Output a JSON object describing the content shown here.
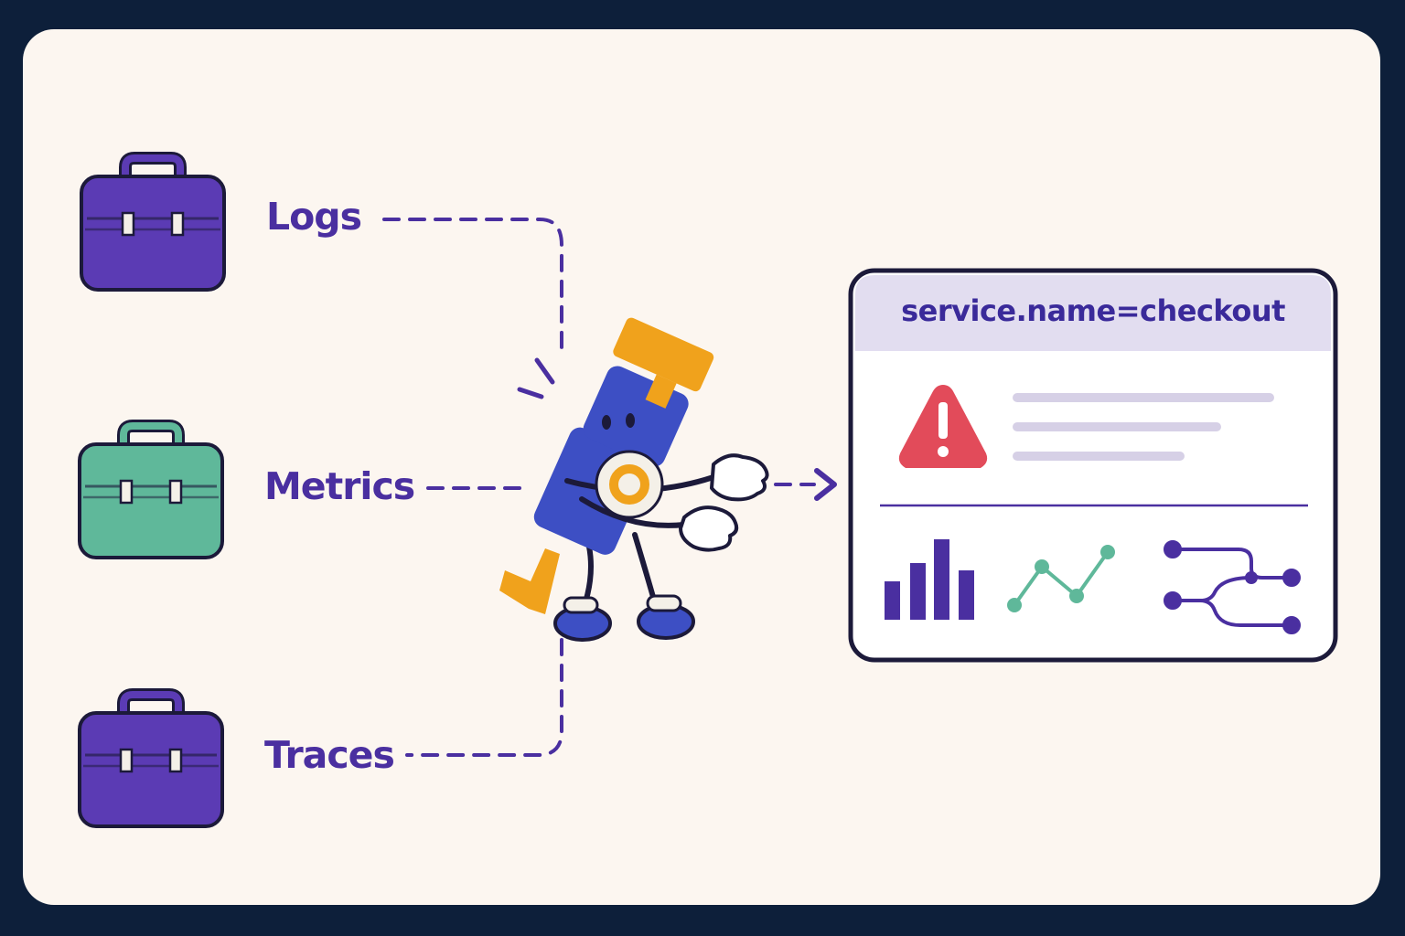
{
  "sources": [
    {
      "label": "Logs",
      "icon": "briefcase-icon",
      "color": "#5b3bb4"
    },
    {
      "label": "Metrics",
      "icon": "briefcase-icon",
      "color": "#5fb89a"
    },
    {
      "label": "Traces",
      "icon": "briefcase-icon",
      "color": "#5b3bb4"
    }
  ],
  "dashboard": {
    "filter": "service.name=checkout"
  },
  "colors": {
    "accent": "#4a2fa0",
    "background": "#fcf6f0",
    "frame": "#0d1f3a",
    "warning": "#e24b5a",
    "teal": "#5fb89a",
    "robot_body": "#3d4fc4",
    "robot_accent": "#f0a21c"
  },
  "icons": [
    "briefcase-icon",
    "robot-collector-icon",
    "warning-icon",
    "bar-chart-icon",
    "line-chart-icon",
    "trace-tree-icon",
    "arrow-right-icon"
  ]
}
